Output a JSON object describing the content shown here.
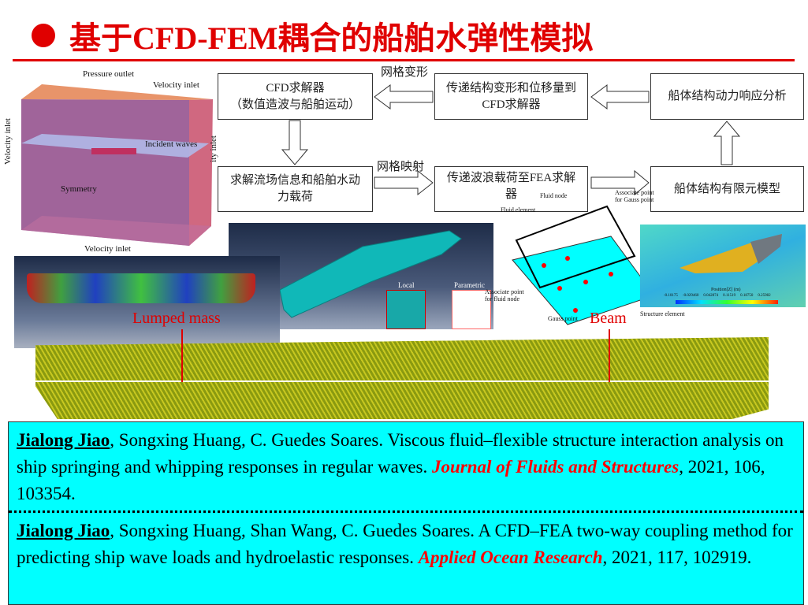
{
  "slide": {
    "title": "基于CFD-FEM耦合的船舶水弹性模拟"
  },
  "flow": {
    "box_cfd_solver": [
      "CFD求解器",
      "（数值造波与船舶运动）"
    ],
    "box_transfer_deform": [
      "传递结构变形和位移量到",
      "CFD求解器"
    ],
    "box_dynamic_response": "船体结构动力响应分析",
    "box_flow_loads": [
      "求解流场信息和船舶水动",
      "力载荷"
    ],
    "box_transfer_loads": [
      "传递波浪载荷至FEA求解",
      "器"
    ],
    "box_fe_model": "船体结构有限元模型",
    "label_mesh_deform": "网格变形",
    "label_mesh_map": "网格映射"
  },
  "cfd_domain": {
    "pressure_outlet": "Pressure outlet",
    "velocity_inlet_top": "Velocity inlet",
    "velocity_inlet_left": "Velocity inlet",
    "velocity_inlet_right": "ity inlet",
    "velocity_inlet_bottom": "Velocity inlet",
    "incident_waves": "Incident waves",
    "symmetry": "Symmetry"
  },
  "mapping": {
    "local": "Local",
    "parametric": "Parametric",
    "fluid_node": "Fluid node",
    "fluid_element": "Fluid element",
    "associate_gauss": "Associate point for Gauss point",
    "associate_fluid": "Associate point for fluid node",
    "gauss_point": "Gauss point",
    "structure_element": "Structure element",
    "position_label": "Position[Z] (m)",
    "scale_ticks": [
      "-0.10175",
      "-0.029460",
      "0.042874",
      "0.11519",
      "0.18750",
      "0.25982"
    ]
  },
  "beam_model": {
    "lumped_mass": "Lumped mass",
    "beam": "Beam"
  },
  "references": [
    {
      "author": "Jialong Jiao",
      "rest": ", Songxing Huang, C. Guedes Soares. Viscous fluid–flexible structure interaction analysis on ship springing and whipping responses in regular waves. ",
      "journal": "Journal of Fluids and Structures",
      "tail": ", 2021, 106, 103354."
    },
    {
      "author": "Jialong Jiao",
      "rest": ", Songxing Huang, Shan Wang, C. Guedes Soares. A CFD–FEA two-way coupling method for predicting ship wave loads and hydroelastic responses. ",
      "journal": "Applied Ocean Research",
      "tail": ", 2021, 117, 102919."
    }
  ],
  "colors": {
    "accent": "#e00000",
    "ref_bg": "#00ffff",
    "mesh": "#00a8a8"
  }
}
